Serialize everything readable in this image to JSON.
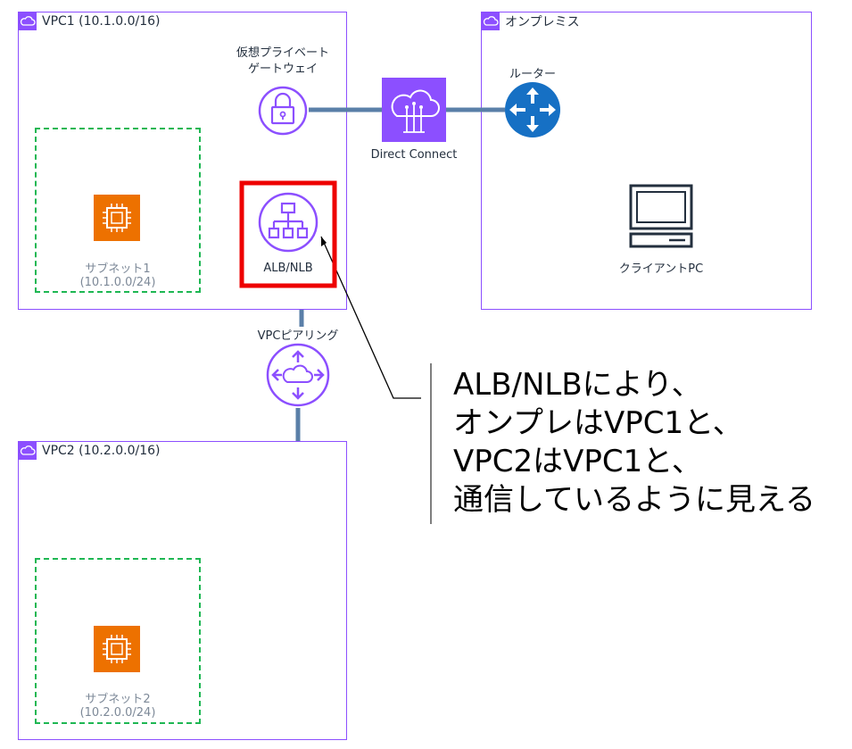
{
  "colors": {
    "group_border": "#8c4fff",
    "subnet_border": "#1eb753",
    "ec2": "#ed7100",
    "highlight": "#ee0000",
    "link": "#5a7fa8",
    "router": "#1670c4"
  },
  "vpc1": {
    "title": "VPC1 (10.1.0.0/16)",
    "subnet_name": "サブネット1",
    "subnet_cidr": "(10.1.0.0/24)"
  },
  "vpc2": {
    "title": "VPC2 (10.2.0.0/16)",
    "subnet_name": "サブネット2",
    "subnet_cidr": "(10.2.0.0/24)"
  },
  "onprem": {
    "title": "オンプレミス",
    "router_label": "ルーター",
    "client_label": "クライアントPC"
  },
  "vgw": {
    "label_line1": "仮想プライベート",
    "label_line2": "ゲートウェイ",
    "icon": "lock-icon"
  },
  "direct_connect": {
    "label": "Direct Connect",
    "icon": "cloud-connect-icon"
  },
  "alb": {
    "label": "ALB/NLB",
    "icon": "load-balancer-icon"
  },
  "peering": {
    "label": "VPCピアリング",
    "icon": "peering-icon"
  },
  "callout": {
    "lines": [
      "ALB/NLBにより、",
      "オンプレはVPC1と、",
      "VPC2はVPC1と、",
      "通信しているように見える"
    ]
  }
}
